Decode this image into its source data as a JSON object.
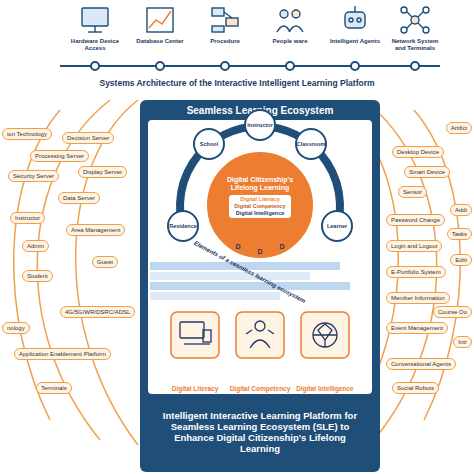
{
  "diagram": {
    "title": "Systems Architecture of the Interactive Intelligent Learning Platform",
    "nodes": [
      {
        "text": [
          "Seamless Learning Ecosystem"
        ]
      },
      {
        "text": [
          "School"
        ],
        "in": 0
      },
      {
        "text": [
          "Instructor"
        ],
        "in": 0
      },
      {
        "text": [
          "Classroom"
        ],
        "in": 0
      },
      {
        "text": [
          "Residence"
        ],
        "in": 0
      },
      {
        "text": [
          "Learner"
        ],
        "in": 0
      },
      {
        "text": [
          "Digital Citizenship's Lifelong Learning",
          "Digital Literacy",
          "Digital Competency",
          "Digital Intelligence"
        ],
        "in": 0
      },
      {
        "text": [
          "Digital Literacy"
        ],
        "in": 0
      },
      {
        "text": [
          "Digital Competency"
        ],
        "in": 0
      },
      {
        "text": [
          "Digital Intelligence"
        ],
        "in": 0
      },
      {
        "text": [
          "Intelligent Interactive Learning Platform for Seamless Learning Ecosystem (SLE) to Enhance Digital Citizenship's Lifelong Learning"
        ],
        "in": 0
      },
      {
        "text": [
          "ion Technology"
        ]
      },
      {
        "text": [
          "Decision Server"
        ]
      },
      {
        "text": [
          "Processing Server"
        ]
      },
      {
        "text": [
          "Security Server"
        ]
      },
      {
        "text": [
          "Display Server"
        ]
      },
      {
        "text": [
          "Data Server"
        ]
      },
      {
        "text": [
          "Instructor"
        ]
      },
      {
        "text": [
          "Area Management"
        ]
      },
      {
        "text": [
          "Admin"
        ]
      },
      {
        "text": [
          "Guest"
        ]
      },
      {
        "text": [
          "Student"
        ]
      },
      {
        "text": [
          "nology"
        ]
      },
      {
        "text": [
          "4G/5G/WR/DSRC/ADSL"
        ]
      },
      {
        "text": [
          "Application Enablement Platform"
        ]
      },
      {
        "text": [
          "Terminals"
        ]
      },
      {
        "text": [
          "Artifici"
        ]
      },
      {
        "text": [
          "Desktop Device"
        ]
      },
      {
        "text": [
          "Smart Device"
        ]
      },
      {
        "text": [
          "Sensor"
        ]
      },
      {
        "text": [
          "Addi"
        ]
      },
      {
        "text": [
          "Password Change"
        ]
      },
      {
        "text": [
          "Tasks"
        ]
      },
      {
        "text": [
          "Login and Logout"
        ]
      },
      {
        "text": [
          "Editi"
        ]
      },
      {
        "text": [
          "E-Portfolio System"
        ]
      },
      {
        "text": [
          "Member Information"
        ]
      },
      {
        "text": [
          "Course Ou"
        ]
      },
      {
        "text": [
          "Event Management"
        ]
      },
      {
        "text": [
          "Intr"
        ]
      },
      {
        "text": [
          "Conversational Agents"
        ]
      },
      {
        "text": [
          "Social Robots"
        ]
      }
    ],
    "labels": [
      "Hardware Device Access",
      "Database Center",
      "Procedure",
      "People ware",
      "Intelligent Agents",
      "Network System and Terminals",
      "Elements of a seamless learning ecosystem",
      "D",
      "D",
      "D"
    ]
  }
}
